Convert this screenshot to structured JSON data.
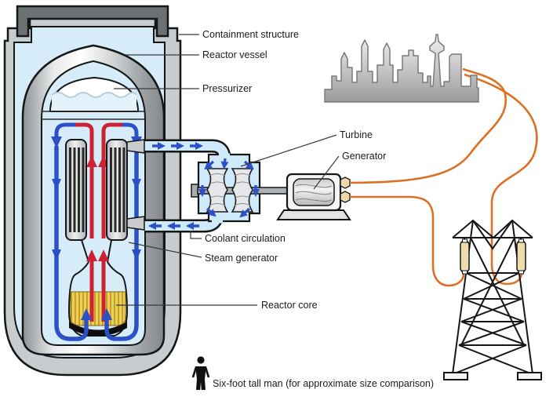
{
  "diagram": {
    "title_context": "Pressurized water reactor power generation diagram",
    "labels": {
      "containment": "Containment structure",
      "vessel": "Reactor vessel",
      "pressurizer": "Pressurizer",
      "turbine": "Turbine",
      "generator": "Generator",
      "coolant": "Coolant circulation",
      "steam_generator": "Steam generator",
      "core": "Reactor core",
      "scale_caption": "Six-foot tall man (for approximate size comparison)"
    },
    "icons": {
      "scale_figure": "person-icon",
      "city": "city-skyline-icon",
      "pylon": "transmission-tower-icon"
    },
    "colors": {
      "hot_coolant_red": "#cc2233",
      "cold_coolant_blue": "#2b50c8",
      "power_line_orange": "#dd7024",
      "fuel_yellow": "#e9c94e",
      "coolant_fill_blue": "#d6edf9",
      "containment_gray": "#c7ccce",
      "cap_dark_gray": "#6b7173"
    }
  }
}
